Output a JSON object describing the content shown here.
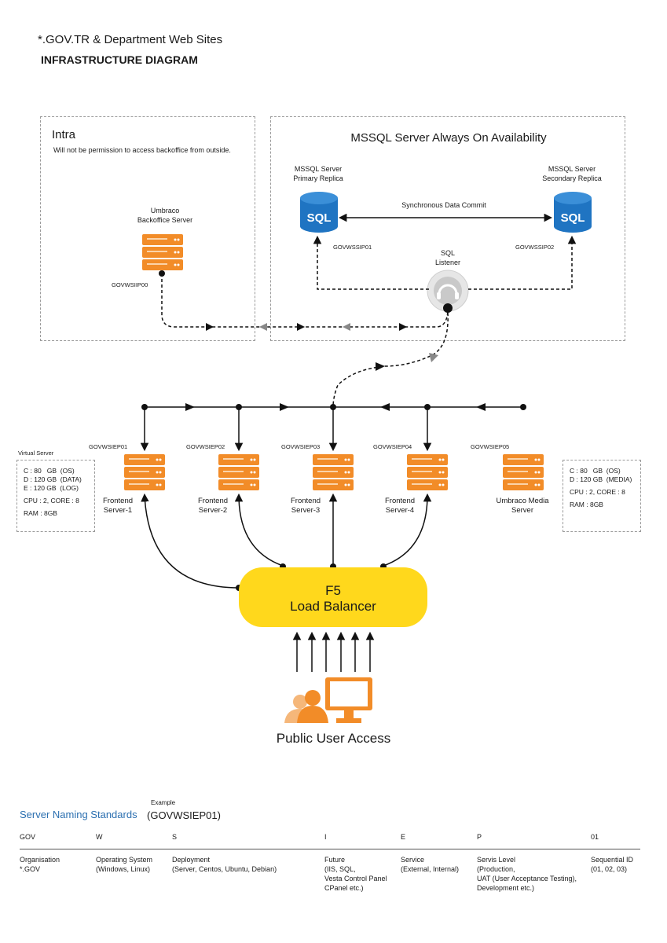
{
  "header": {
    "title": "*.GOV.TR & Department Web Sites",
    "subtitle": "INFRASTRUCTURE DIAGRAM"
  },
  "intra": {
    "title": "Intra",
    "note": "Will not be permission to access backoffice from outside.",
    "server_label_1": "Umbraco",
    "server_label_2": "Backoffice Server",
    "server_id": "GOVWSIIP00"
  },
  "mssql": {
    "title": "MSSQL Server Always On Availability",
    "primary_1": "MSSQL Server",
    "primary_2": "Primary Replica",
    "secondary_1": "MSSQL Server",
    "secondary_2": "Secondary Replica",
    "sync": "Synchronous Data Commit",
    "primary_id": "GOVWSSIP01",
    "secondary_id": "GOVWSSIP02",
    "listener_1": "SQL",
    "listener_2": "Listener",
    "sql_icon_text": "SQL"
  },
  "virtual_server": {
    "title": "Virtual Server",
    "left_specs": [
      "C : 80   GB  (OS)",
      "D : 120 GB  (DATA)",
      "E : 120 GB  (LOG)",
      "",
      "CPU : 2, CORE : 8",
      "",
      "RAM : 8GB"
    ],
    "right_specs": [
      "C : 80   GB  (OS)",
      "D : 120 GB  (MEDIA)",
      "",
      "CPU : 2, CORE : 8",
      "",
      "RAM : 8GB"
    ]
  },
  "servers": [
    {
      "id": "GOVWSIEP01",
      "label_1": "Frontend",
      "label_2": "Server-1"
    },
    {
      "id": "GOVWSIEP02",
      "label_1": "Frontend",
      "label_2": "Server-2"
    },
    {
      "id": "GOVWSIEP03",
      "label_1": "Frontend",
      "label_2": "Server-3"
    },
    {
      "id": "GOVWSIEP04",
      "label_1": "Frontend",
      "label_2": "Server-4"
    },
    {
      "id": "GOVWSIEP05",
      "label_1": "Umbraco Media",
      "label_2": "Server"
    }
  ],
  "load_balancer": {
    "line_1": "F5",
    "line_2": "Load Balancer"
  },
  "public_access": "Public User Access",
  "naming": {
    "title": "Server Naming Standards",
    "example_label": "Example",
    "example": "(GOVWSIEP01)",
    "columns": [
      {
        "code": "GOV",
        "desc": [
          "Organisation",
          "*.GOV"
        ]
      },
      {
        "code": "W",
        "desc": [
          "Operating System",
          "(Windows, Linux)"
        ]
      },
      {
        "code": "S",
        "desc": [
          "Deployment",
          "(Server, Centos, Ubuntu, Debian)"
        ]
      },
      {
        "code": "I",
        "desc": [
          "Future",
          "(IIS, SQL,",
          "Vesta Control Panel",
          "CPanel etc.)"
        ]
      },
      {
        "code": "E",
        "desc": [
          "Service",
          "(External, Internal)"
        ]
      },
      {
        "code": "P",
        "desc": [
          "Servis Level",
          "(Production,",
          "UAT (User Acceptance Testing),",
          "Development etc.)"
        ]
      },
      {
        "code": "01",
        "desc": [
          "Sequential ID",
          "(01, 02, 03)"
        ]
      }
    ]
  },
  "colors": {
    "server": "#f28c28",
    "sql": "#1f74c2",
    "lb": "#ffd81c",
    "user": "#f28c28",
    "accent": "#2b6fb0"
  }
}
